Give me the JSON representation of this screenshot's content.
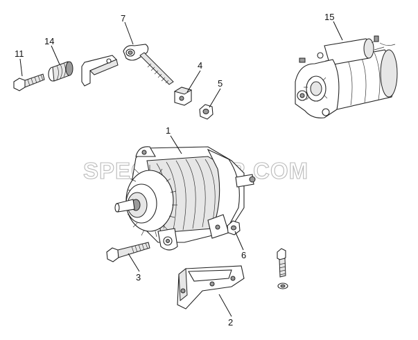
{
  "watermark": "SPECSERVER.COM",
  "callouts": {
    "c1": "1",
    "c2": "2",
    "c3": "3",
    "c4": "4",
    "c5": "5",
    "c6": "6",
    "c7": "7",
    "c11": "11",
    "c14": "14",
    "c15": "15"
  },
  "icons": [
    "alternator",
    "starter-motor",
    "mounting-bracket",
    "bolt",
    "nut",
    "washer",
    "adjusting-link",
    "clamp-block",
    "spacer-sleeve",
    "clip-strap"
  ]
}
